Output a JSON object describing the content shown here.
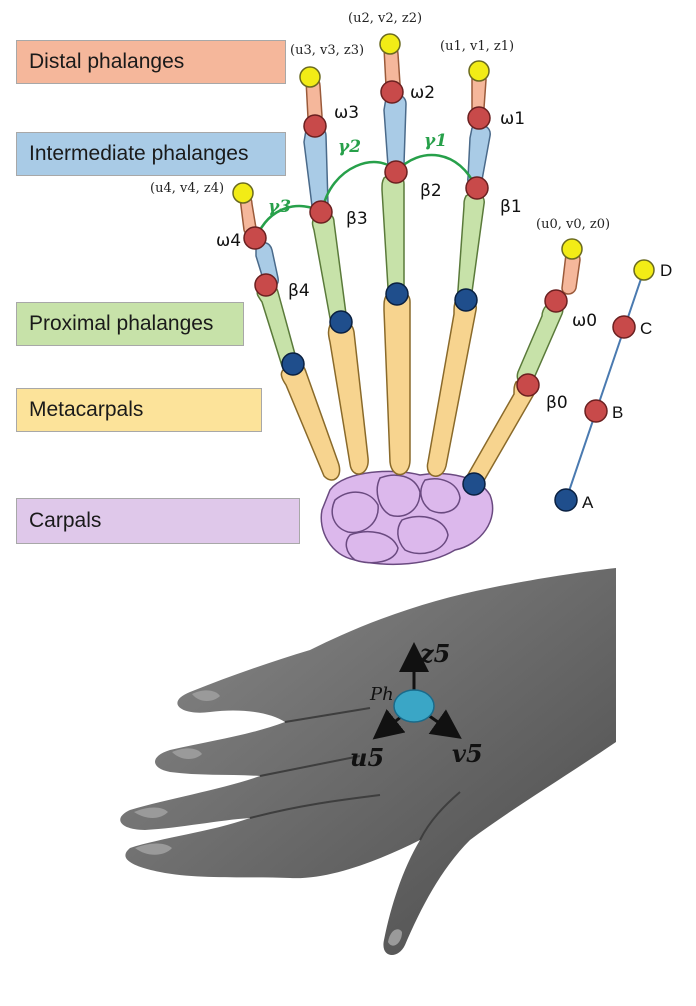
{
  "legend": {
    "distal": "Distal phalanges",
    "intermediate": "Intermediate phalanges",
    "proximal": "Proximal phalanges",
    "metacarpals": "Metacarpals",
    "carpals": "Carpals"
  },
  "tips": {
    "t0": "(u0, v0, z0)",
    "t1": "(u1, v1, z1)",
    "t2": "(u2, v2, z2)",
    "t3": "(u3, v3, z3)",
    "t4": "(u4, v4, z4)"
  },
  "omega": {
    "w0": "ω0",
    "w1": "ω1",
    "w2": "ω2",
    "w3": "ω3",
    "w4": "ω4"
  },
  "beta": {
    "b0": "β0",
    "b1": "β1",
    "b2": "β2",
    "b3": "β3",
    "b4": "β4"
  },
  "gamma": {
    "g1": "γ1",
    "g2": "γ2",
    "g3": "γ3"
  },
  "chain": {
    "A": "A",
    "B": "B",
    "C": "C",
    "D": "D"
  },
  "hand_frame": {
    "origin": "Ph",
    "z": "z5",
    "u": "u5",
    "v": "v5"
  },
  "colors": {
    "distal": "#f5b79b",
    "intermediate": "#a9cbe6",
    "proximal": "#c7e2a9",
    "metacarpals": "#fce39a",
    "carpals": "#dfc8ea",
    "tip_joint": "#f2ec16",
    "red_joint": "#c84a4a",
    "blue_joint": "#1f4e8c",
    "gamma_arc": "#27a04a",
    "hand_origin": "#3aa6c6"
  },
  "icons": {
    "tip": "yellow-circle",
    "joint": "red-circle",
    "base": "blue-circle"
  }
}
